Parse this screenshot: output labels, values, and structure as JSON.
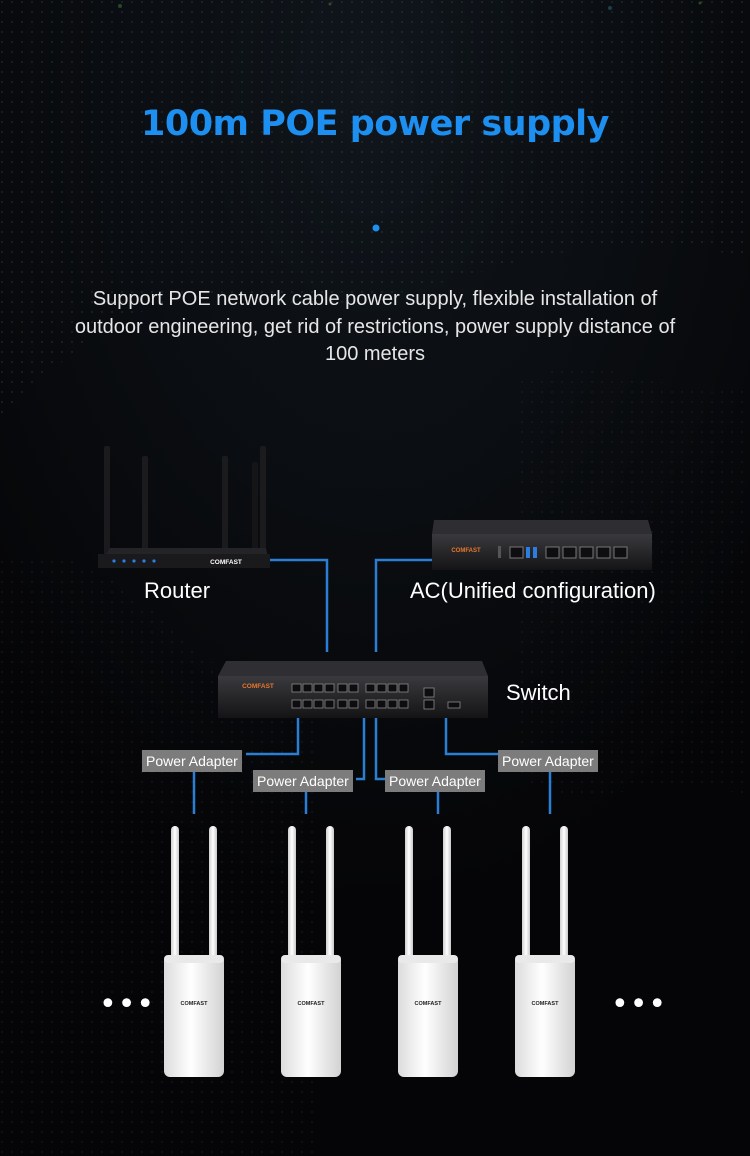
{
  "title": "100m POE power supply",
  "subtitle": "Support POE network cable power supply, flexible installation of outdoor engineering, get rid of restrictions, power supply distance of 100 meters",
  "devices": {
    "router": {
      "label": "Router",
      "brand": "COMFAST"
    },
    "ac": {
      "label": "AC(Unified configuration)",
      "brand": "COMFAST"
    },
    "switch": {
      "label": "Switch",
      "brand": "COMFAST"
    }
  },
  "power_adapters": [
    {
      "label": "Power Adapter"
    },
    {
      "label": "Power Adapter"
    },
    {
      "label": "Power Adapter"
    },
    {
      "label": "Power Adapter"
    }
  ],
  "access_points": [
    {
      "brand": "COMFAST"
    },
    {
      "brand": "COMFAST"
    },
    {
      "brand": "COMFAST"
    },
    {
      "brand": "COMFAST"
    }
  ],
  "more_left": "•••",
  "more_right": "•••",
  "colors": {
    "title_blue": "#1d8ff0",
    "cable_blue": "#2a7fd4",
    "adapter_gray": "#7c7c7c",
    "brand_orange": "#e8772a"
  }
}
